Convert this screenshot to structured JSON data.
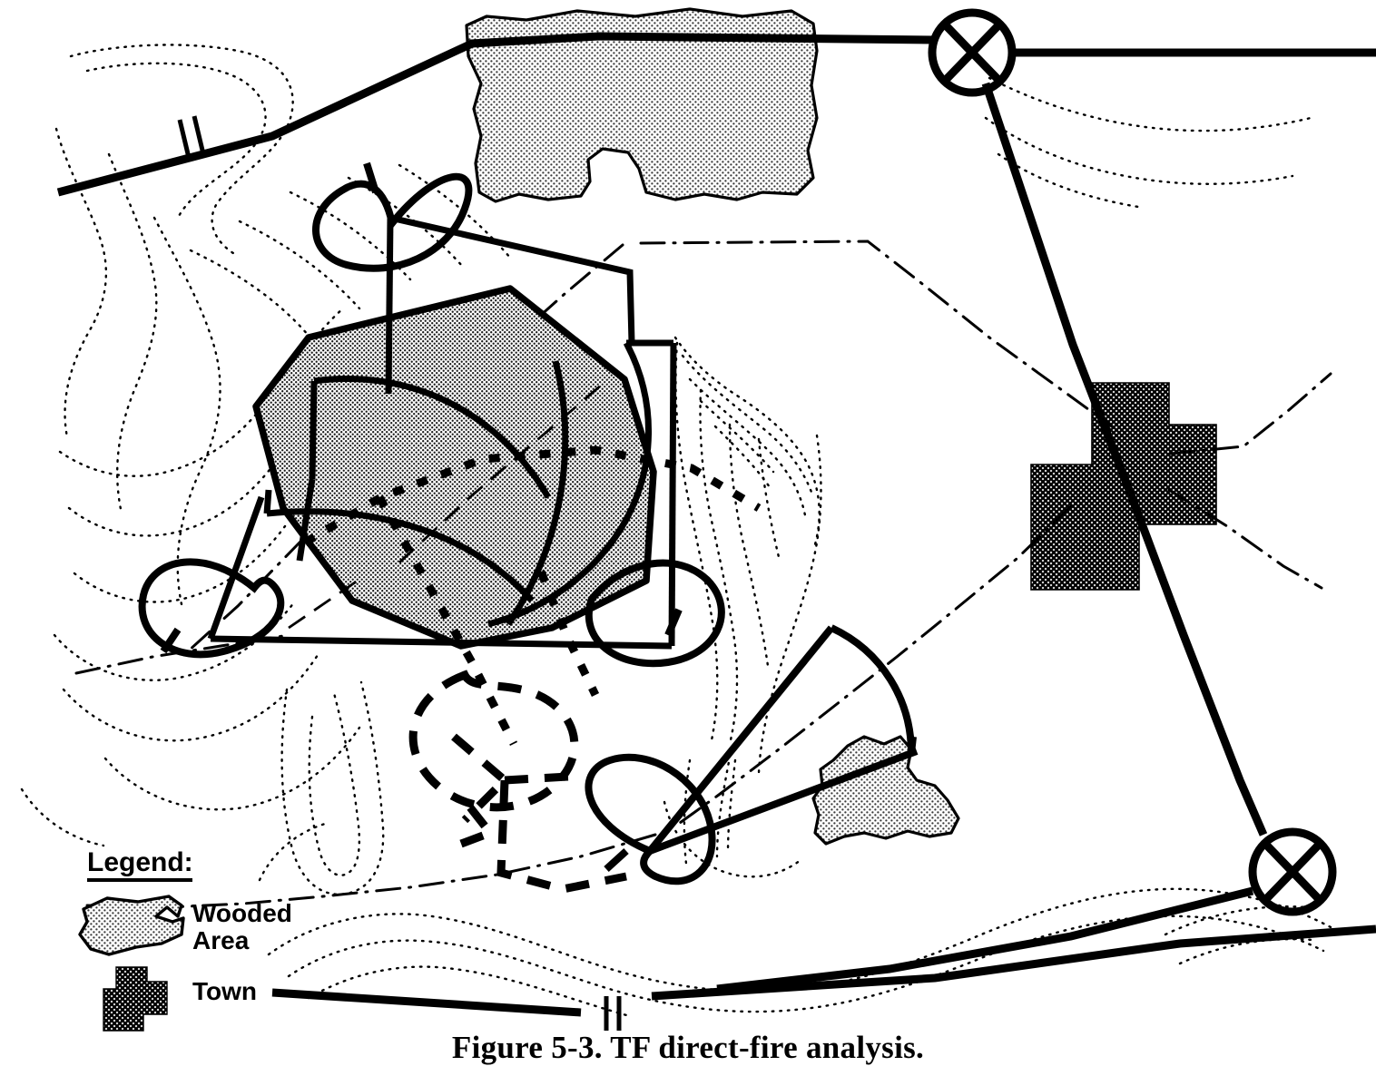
{
  "figure": {
    "caption": "Figure 5-3.  TF direct-fire analysis.",
    "caption_number": "Figure 5-3.",
    "caption_title": "TF direct-fire analysis."
  },
  "legend": {
    "title": "Legend:",
    "items": [
      {
        "label": "Wooded\nArea",
        "label_line1": "Wooded",
        "label_line2": "Area",
        "swatch": "wooded-area-swatch",
        "fill": "#d9d9d9"
      },
      {
        "label": "Town",
        "label_line1": "Town",
        "swatch": "town-swatch",
        "fill": "#4a4a4a"
      }
    ]
  },
  "map": {
    "background": "#ffffff",
    "ink": "#000000",
    "wooded_fill": "#d6d6d6",
    "town_fill": "#4f4f4f",
    "engagement_area_fill": "#b9b9b9",
    "features": {
      "roads": [
        {
          "name": "northern-road",
          "bridge": true
        },
        {
          "name": "eastern-road",
          "bridge": false
        },
        {
          "name": "southern-road",
          "bridge": true
        }
      ],
      "road_junctions": [
        {
          "name": "road-junction-north",
          "symbol": "circle-x"
        },
        {
          "name": "road-junction-southeast",
          "symbol": "circle-x"
        }
      ],
      "wooded_areas": [
        {
          "name": "wooded-area-north"
        },
        {
          "name": "wooded-area-south"
        }
      ],
      "towns": [
        {
          "name": "town-east"
        }
      ],
      "battle_positions": [
        {
          "name": "battle-position-north"
        },
        {
          "name": "battle-position-west"
        },
        {
          "name": "battle-position-east"
        },
        {
          "name": "battle-position-south"
        }
      ],
      "engagement_area": {
        "name": "engagement-area"
      },
      "sectors_of_fire": [
        {
          "name": "sector-of-fire-north"
        },
        {
          "name": "sector-of-fire-west"
        },
        {
          "name": "sector-of-fire-south"
        },
        {
          "name": "sector-of-fire-southeast"
        }
      ],
      "boundaries": [
        {
          "name": "task-force-boundary",
          "style": "dash-dot"
        }
      ],
      "avenues_of_approach": [
        {
          "name": "enemy-avenue-of-approach",
          "style": "dashed"
        }
      ],
      "phase_lines": [
        {
          "name": "phase-line-dotted",
          "style": "dotted"
        }
      ],
      "contours": {
        "name": "terrain-contours",
        "style": "fine-dotted"
      }
    }
  }
}
